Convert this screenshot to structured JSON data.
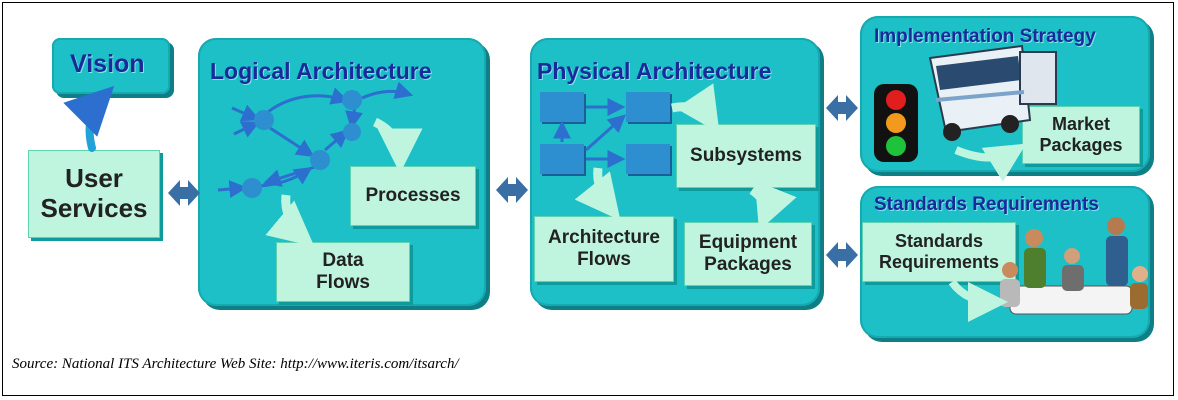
{
  "vision": "Vision",
  "user_services": [
    "User",
    "Services"
  ],
  "logical": {
    "title": "Logical Architecture",
    "processes": "Processes",
    "data_flows": [
      "Data",
      "Flows"
    ]
  },
  "physical": {
    "title": "Physical Architecture",
    "subsystems": "Subsystems",
    "architecture_flows": [
      "Architecture",
      "Flows"
    ],
    "equipment_packages": [
      "Equipment",
      "Packages"
    ]
  },
  "implementation": {
    "title": "Implementation Strategy",
    "market_packages": [
      "Market",
      "Packages"
    ]
  },
  "standards": {
    "title": "Standards Requirements",
    "box": [
      "Standards",
      "Requirements"
    ]
  },
  "caption": "Source: National ITS Architecture Web Site: http://www.iteris.com/itsarch/",
  "colors": {
    "panel": "#1cc0c6",
    "box": "#bff5df",
    "title": "#1a2a9a",
    "node": "#2d8fd0",
    "double_arrow": "#3a6fa6"
  }
}
